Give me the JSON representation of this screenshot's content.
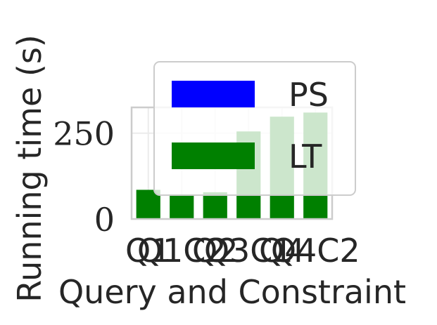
{
  "chart_data": {
    "type": "bar",
    "title": "",
    "xlabel": "Query and Constraint",
    "ylabel": "Running time (s)",
    "categories": [
      "Q1",
      "Q1C2",
      "Q2",
      "Q3C1",
      "Q4",
      "Q4C2"
    ],
    "series": [
      {
        "name": "PS",
        "color": "#0000ff",
        "values": [
          0,
          0,
          0,
          0,
          0,
          0
        ]
      },
      {
        "name": "LT",
        "color": "#008000",
        "values": [
          85,
          72,
          78,
          255,
          298,
          310
        ]
      }
    ],
    "ylim": [
      0,
      325
    ],
    "yticks": [
      0,
      250
    ],
    "grid": true,
    "legend_position": "upper-center"
  }
}
